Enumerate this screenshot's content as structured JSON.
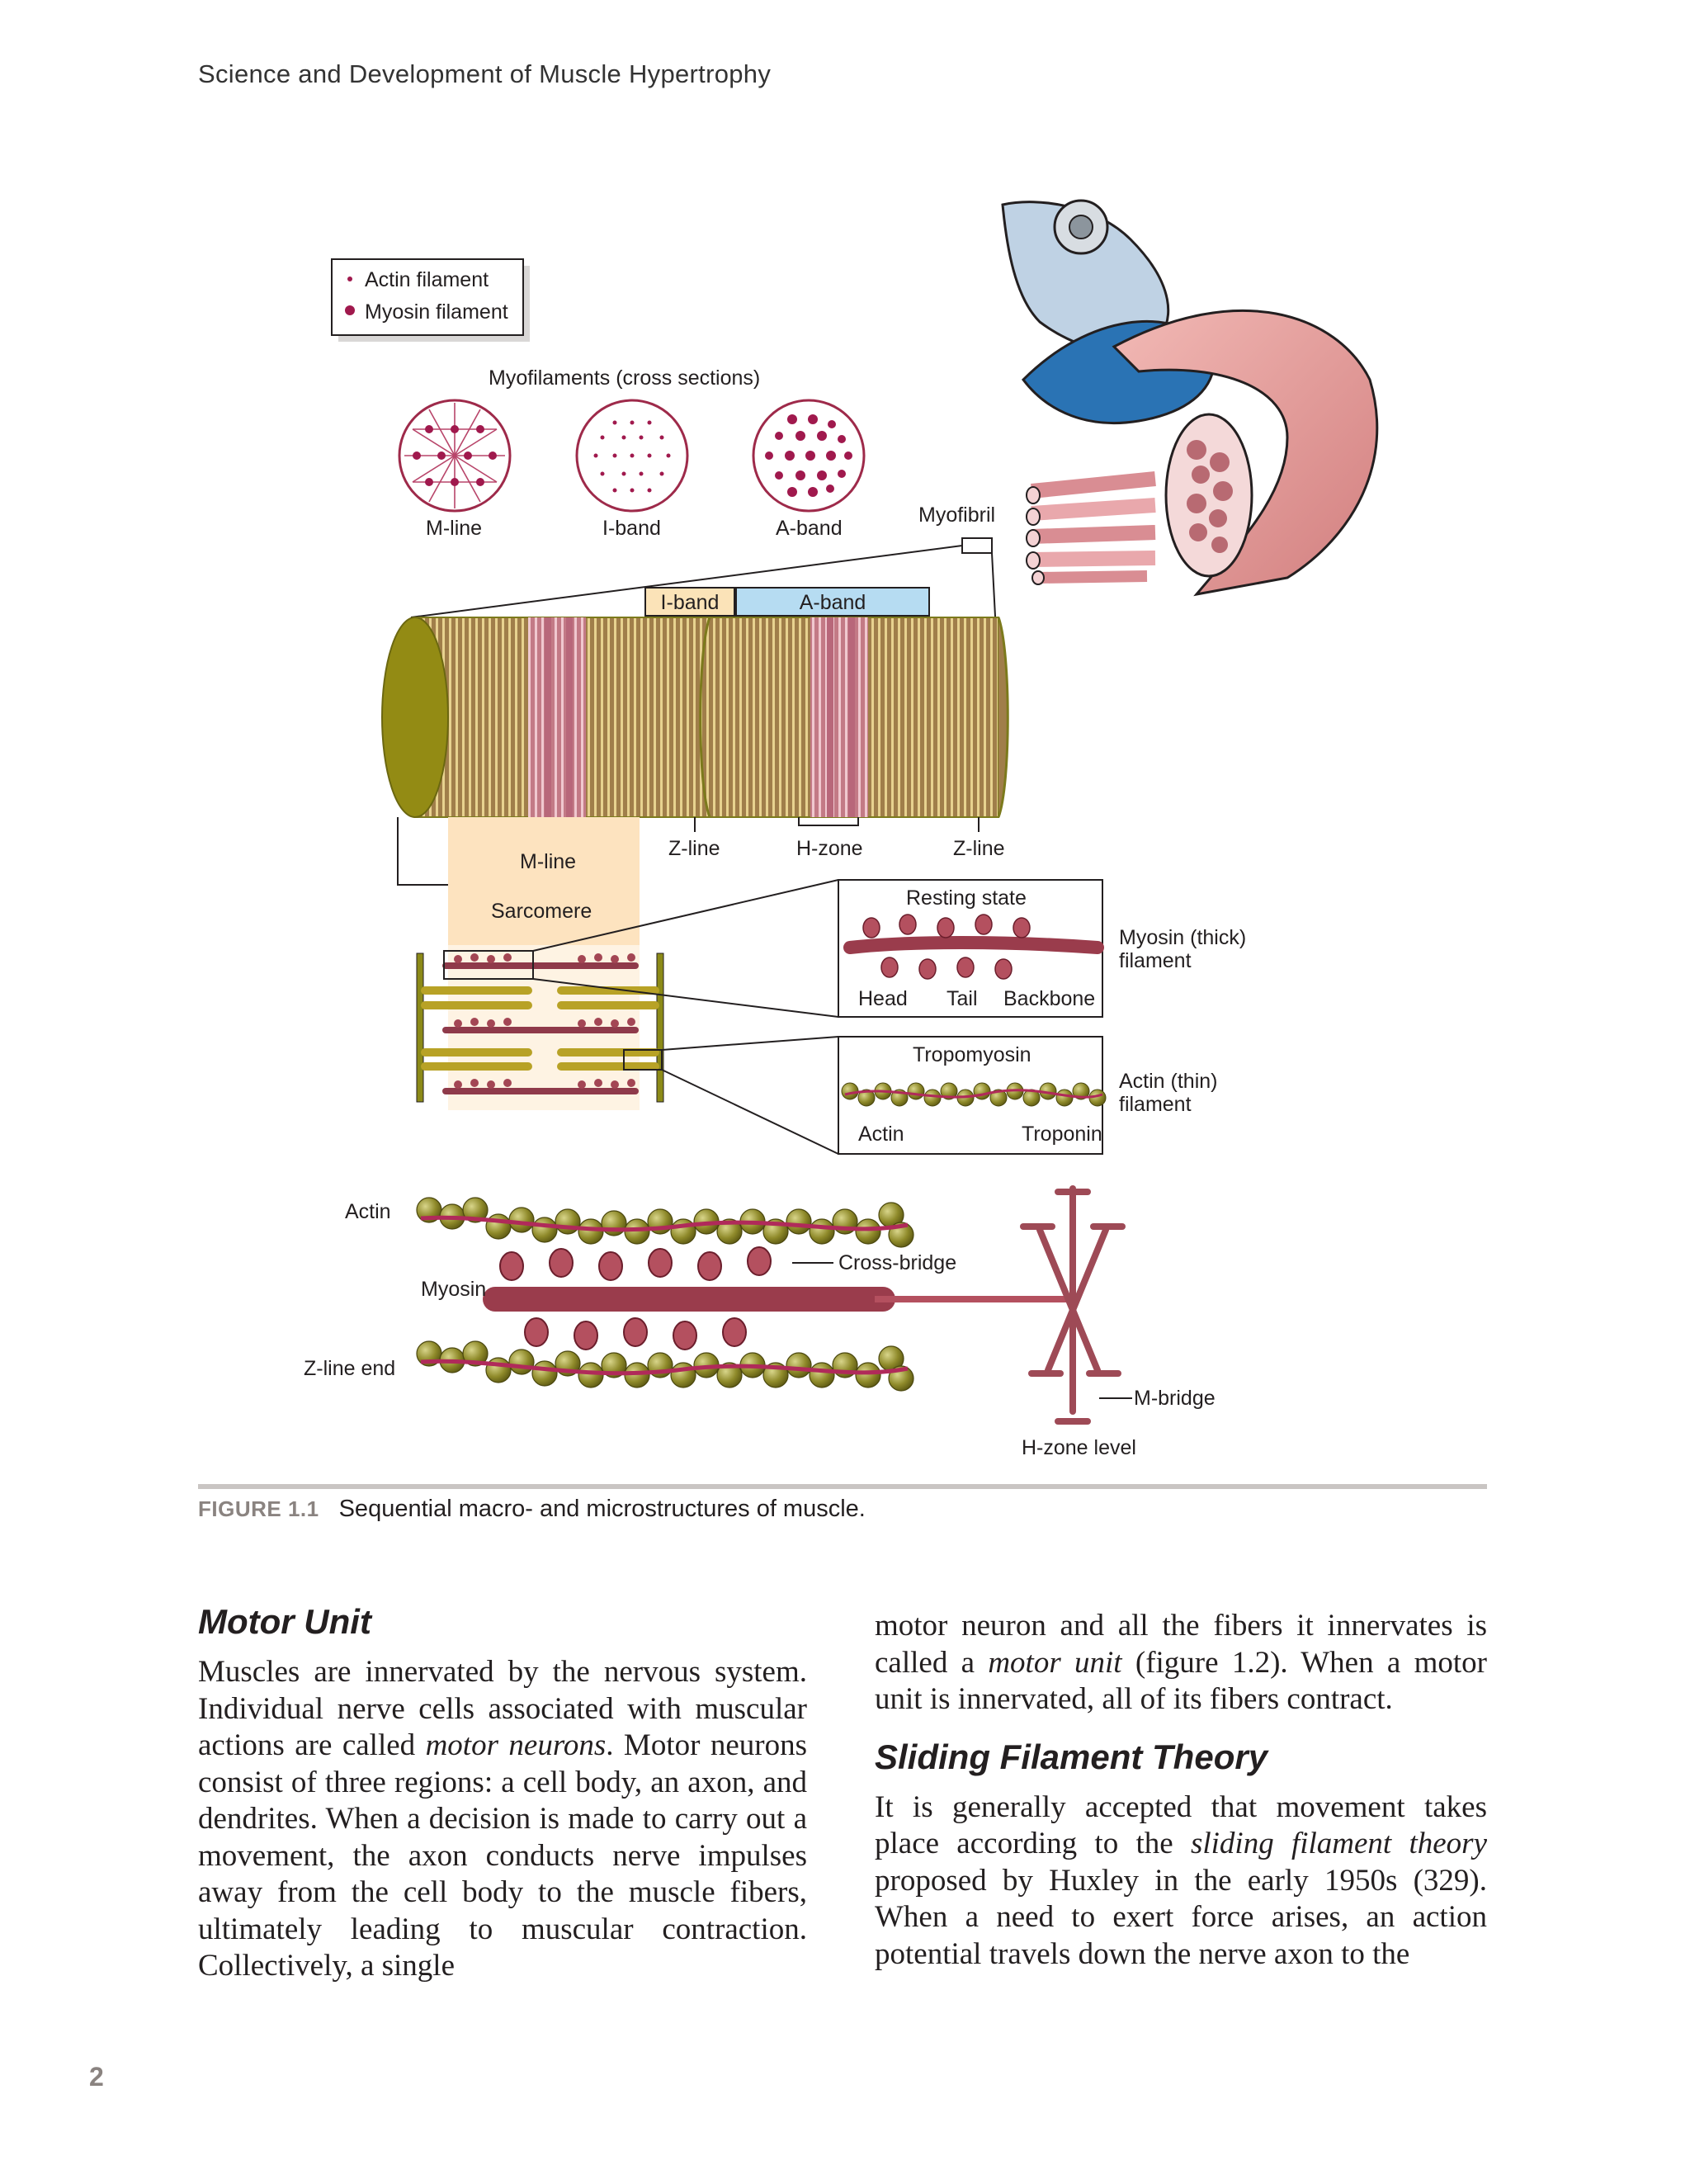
{
  "running_head": "Science and Development of Muscle Hypertrophy",
  "page_number": "2",
  "figure": {
    "legend": {
      "actin": "Actin filament",
      "myosin": "Myosin filament"
    },
    "cross_section_title": "Myofilaments (cross sections)",
    "cross_sections": [
      "M-line",
      "I-band",
      "A-band"
    ],
    "myofibril_label": "Myofibril",
    "band_labels": {
      "i_band": "I-band",
      "a_band": "A-band"
    },
    "cylinder_labels": {
      "m_line": "M-line",
      "z_line_left": "Z-line",
      "h_zone": "H-zone",
      "z_line_right": "Z-line",
      "sarcomere": "Sarcomere"
    },
    "resting_box": {
      "title": "Resting state",
      "head": "Head",
      "tail": "Tail",
      "backbone": "Backbone",
      "myosin_label_1": "Myosin (thick)",
      "myosin_label_2": "filament"
    },
    "actin_box": {
      "title": "Tropomyosin",
      "actin": "Actin",
      "troponin": "Troponin",
      "actin_label_1": "Actin (thin)",
      "actin_label_2": "filament"
    },
    "bottom_labels": {
      "actin": "Actin",
      "myosin": "Myosin",
      "z_line_end": "Z-line end",
      "cross_bridge": "Cross-bridge",
      "m_bridge": "M-bridge",
      "h_zone_level": "H-zone level"
    },
    "caption_label": "FIGURE 1.1",
    "caption_text": "Sequential macro- and microstructures of muscle."
  },
  "body": {
    "left_heading": "Motor Unit",
    "left_p1_a": "Muscles are innervated by the nervous system. Individual nerve cells associated with muscular actions are called ",
    "left_p1_em": "motor neurons",
    "left_p1_b": ". Motor neurons consist of three regions: a cell body, an axon, and dendrites. When a decision is made to carry out a movement, the axon conducts nerve impulses away from the cell body to the muscle fibers, ultimately leading to muscular contraction. Collectively, a single",
    "right_p1_a": "motor neuron and all the fibers it innervates is called a ",
    "right_p1_em": "motor unit",
    "right_p1_b": " (figure 1.2). When a motor unit is innervated, all of its fibers contract.",
    "right_heading": "Sliding Filament Theory",
    "right_p2_a": "It is generally accepted that movement takes place according to the ",
    "right_p2_em": "sliding filament theory",
    "right_p2_b": " proposed by Huxley in the early 1950s (329). When a need to exert force arises, an action potential travels down the nerve axon to the"
  }
}
